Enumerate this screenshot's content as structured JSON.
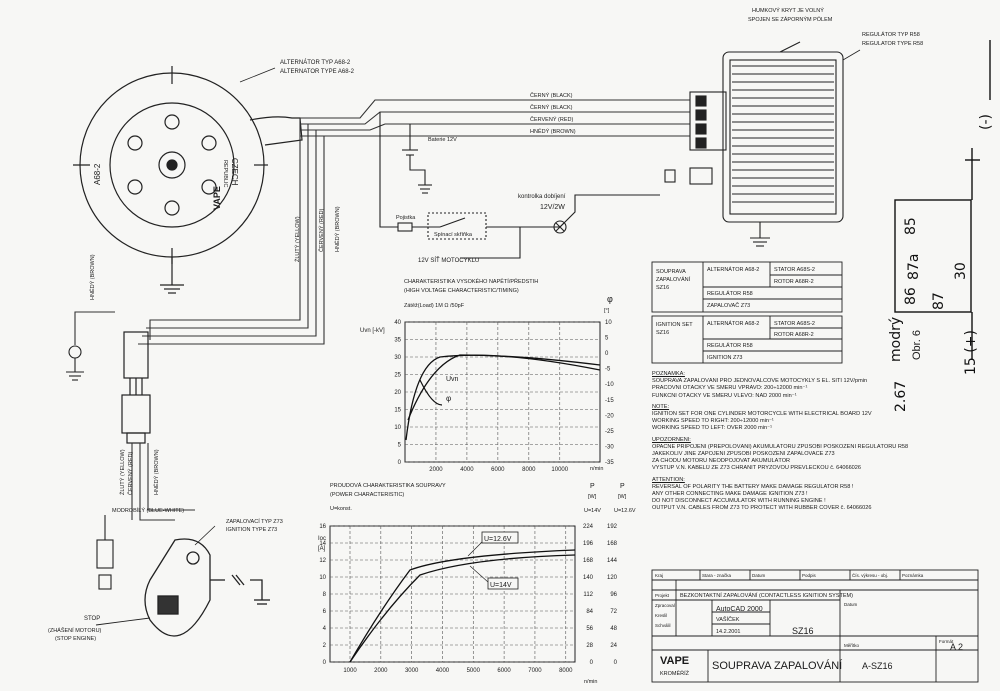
{
  "alternator": {
    "label_cz": "ALTERNÁTOR TYP A68-2",
    "label_en": "ALTERNATOR TYPE A68-2",
    "stamp_model": "A68-2",
    "stamp_country": "CZECH",
    "stamp_sub": "REPUBLIC",
    "logo": "VAPE"
  },
  "regulator": {
    "label_cz": "REGULÁTOR TYP R58",
    "label_en": "REGULATOR TYPE R58"
  },
  "cover_note": {
    "line1": "HUMKOVÝ KRYT JE VOLNÝ",
    "line2": "SPOJEN SE ZÁPORNÝM PÓLEM"
  },
  "wires": {
    "black1": "ČERNÝ (BLACK)",
    "black2": "ČERNÝ (BLACK)",
    "red": "ČERVENÝ (RED)",
    "brown": "HNĚDÝ (BROWN)",
    "yellow": "ŽLUTÝ (YELLOW)",
    "red_v": "ČERVENÝ (RED)",
    "brown_v": "HNĚDÝ (BROWN)",
    "brown_left": "HNĚDÝ (BROWN)",
    "yellow2": "ŽLUTÝ (YELLOW)",
    "red2": "ČERVENÝ (RED)",
    "brown2": "HNĚDÝ (BROWN)"
  },
  "battery": "Baterie 12V",
  "lamp": {
    "label": "kontrolka dobíjení",
    "rating": "12V/2W"
  },
  "fuse": "Pojistka",
  "switch": "Spínací skříňka",
  "network": "12V SÍŤ MOTOCYKLU",
  "stop": {
    "label": "STOP",
    "cz": "(ZHÁŠENÍ MOTORU)",
    "en": "(STOP ENGINE)"
  },
  "coil": {
    "label_cz": "ZAPALOVACÍ TYP Z73",
    "label_en": "IGNITION TYPE Z73"
  },
  "modrobily": "MODROBÍLÝ (BLUE-WHITE)",
  "chart1": {
    "title_cz": "CHARAKTERISTIKA VYSOKÉHO NAPĚTÍ/PŘEDSTIH",
    "title_en": "(HIGH VOLTAGE CHARACTERISTIC/TIMING)",
    "load": "Zátěž(Load) 1M Ω /50pF",
    "ylabel": "Uvn [-kV]",
    "yrlabel_sym": "φ",
    "yrlabel_unit": "[°]",
    "xunit": "n/min",
    "yticks": [
      "40",
      "35",
      "30",
      "25",
      "20",
      "15",
      "10",
      "5",
      "0"
    ],
    "yrticks": [
      "10",
      "5",
      "0",
      "-5",
      "-10",
      "-15",
      "-20",
      "-25",
      "-30",
      "-35"
    ],
    "xticks": [
      "2000",
      "4000",
      "6000",
      "8000",
      "10000"
    ],
    "series": [
      {
        "name": "Uvn"
      },
      {
        "name": "φ"
      }
    ]
  },
  "chart2": {
    "title_cz": "PROUDOVÁ CHARAKTERISTIKA SOUPRAVY",
    "title_en": "(POWER CHARACTERISTIC)",
    "cond": "U=konst.",
    "ylabel_sym": "Ioc",
    "ylabel_unit": "[A]",
    "pw1_sym": "P",
    "pw1_unit": "[W]",
    "pw1_u": "U=14V",
    "pw2_sym": "P",
    "pw2_unit": "[W]",
    "pw2_u": "U=12.6V",
    "xunit": "n/min",
    "yticks": [
      "16",
      "14",
      "12",
      "10",
      "8",
      "6",
      "4",
      "2",
      "0"
    ],
    "p1ticks": [
      "224",
      "196",
      "168",
      "140",
      "112",
      "84",
      "56",
      "28",
      "0"
    ],
    "p2ticks": [
      "192",
      "168",
      "144",
      "120",
      "96",
      "72",
      "48",
      "24",
      "0"
    ],
    "xticks": [
      "1000",
      "2000",
      "3000",
      "4000",
      "5000",
      "6000",
      "7000",
      "8000"
    ],
    "series": [
      {
        "name": "U=12.6V"
      },
      {
        "name": "U=14V"
      }
    ]
  },
  "sets_table": {
    "set1_name": "SOUPRAVA ZAPALOVÁNÍ SZ16",
    "set2_name": "IGNITION SET SZ16",
    "rows": [
      [
        "ALTERNÁTOR A68-2",
        "STATOR A68S-2"
      ],
      [
        "",
        "ROTOR A68R-2"
      ],
      [
        "REGULÁTOR R58",
        ""
      ],
      [
        "ZAPALOVAČ Z73",
        ""
      ]
    ],
    "rows2": [
      [
        "ALTERNÁTOR A68-2",
        "STATOR A68S-2"
      ],
      [
        "",
        "ROTOR A68R-2"
      ],
      [
        "REGULÁTOR R58",
        ""
      ],
      [
        "IGNITION Z73",
        ""
      ]
    ]
  },
  "notes": {
    "pozn_head": "POZNÁMKA:",
    "pozn": [
      "SOUPRAVA ZAPALOVÁNÍ PRO JEDNOVÁLCOVÉ MOTOCYKLY S EL. SÍTÍ 12V/pmin",
      "PRACOVNÍ OTÁČKY VE SMĚRU VPRAVO: 200÷12000 min⁻¹",
      "FUNKČNÍ OTÁČKY VE SMĚRU VLEVO: NAD 2000 min⁻¹"
    ],
    "note_head": "NOTE:",
    "note": [
      "IGNITION SET FOR ONE CYLINDER MOTORCYCLE WITH ELECTRICAL BOARD 12V",
      "WORKING SPEED TO RIGHT: 200÷12000 min⁻¹",
      "WORKING SPEED TO LEFT: OVER 2000 min⁻¹"
    ],
    "upoz_head": "UPOZORNĚNÍ:",
    "upoz": [
      "OPAČNÉ PŘIPOJENÍ (PŘEPÓLOVÁNÍ) AKUMULÁTORU ZPŮSOBÍ POŠKOZENÍ REGULÁTORU R58",
      "JAKÉKOLIV JINÉ ZAPOJENÍ ZPŮSOBÍ POŠKOZENÍ ZAPALOVAČE Z73",
      "ZA CHODU MOTORU NEODPOJOVAT AKUMULÁTOR",
      "VÝSTUP V.N. KABELŮ ZE Z73 CHRÁNIT PRYŽOVOU PŘEVLEČKOU č. 64066026"
    ],
    "att_head": "ATTENTION:",
    "att": [
      "REVERSAL OF POLARITY THE BATTERY MAKE DAMAGE REGULATOR R58 !",
      "ANY OTHER CONNECTING MAKE DAMAGE IGNITION Z73 !",
      "DO NOT DISCONNECT ACCUMULATOR WITH RUNNING ENGINE !",
      "OUTPUT V.N. CABLES FROM Z73 TO PROTECT WITH RUBBER COVER č. 64066026"
    ]
  },
  "title_block": {
    "software": "AutoCAD 2000",
    "drawn_by": "VAŠÍČEK",
    "date": "14.2.2001",
    "code_box": "SZ16",
    "project": "BEZKONTAKTNÍ ZAPALOVÁNÍ (CONTACTLESS IGNITION SYSTEM)",
    "title": "SOUPRAVA ZAPALOVÁNÍ",
    "drawing_no": "A-SZ16",
    "format": "A 2",
    "company": "VAPE",
    "company_sub": "KROMĚŘÍŽ",
    "header_cells": [
      "Kraj",
      "Stara - značka",
      "Datum",
      "Podpis",
      "Čís. výkresu - obj.",
      "Poznámka"
    ],
    "labels": [
      "Projekt",
      "Zpracoval",
      "Kreslil",
      "Schválil",
      "Měřítko",
      "Datum",
      "Formát"
    ]
  },
  "handwritten": {
    "pins": [
      "85",
      "87a",
      "30",
      "86"
    ],
    "minus": "(-)",
    "plus": "15 (+)",
    "modr": "modrý",
    "obr": "Obr. 6",
    "ref": "2.67",
    "sub": "87"
  }
}
